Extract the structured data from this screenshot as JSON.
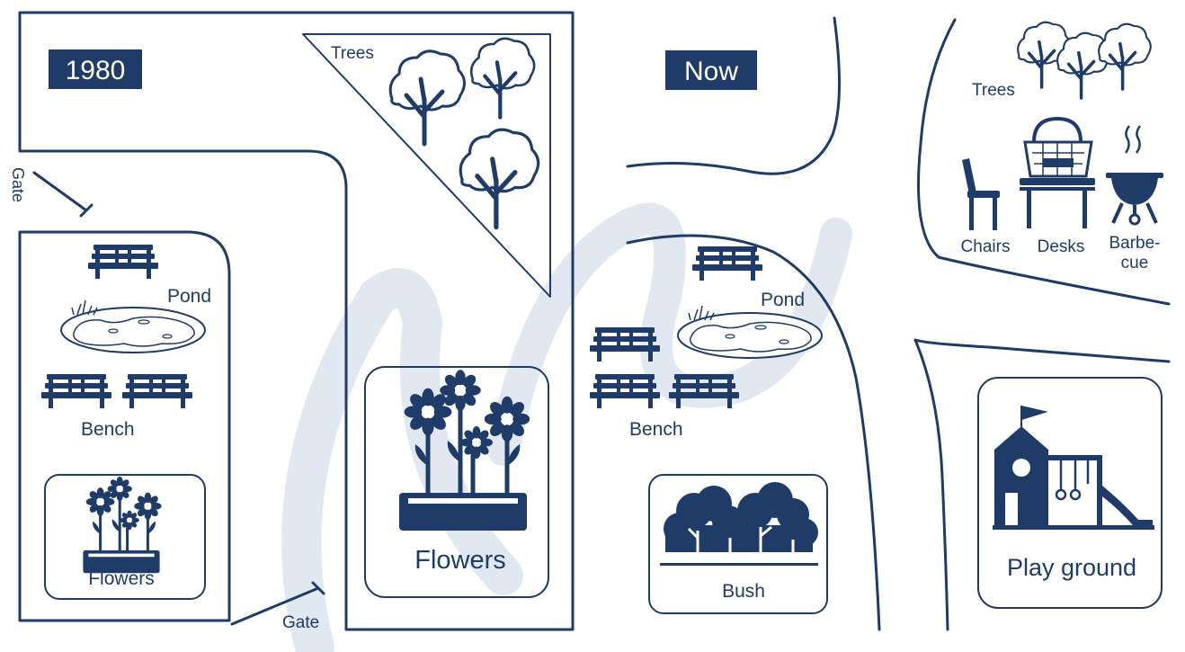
{
  "colors": {
    "primary": "#1f3c68",
    "background": "#ffffff",
    "badge_text": "#ffffff",
    "watermark": "#c9d6e6"
  },
  "map_1980": {
    "year_badge": "1980",
    "labels": {
      "trees": "Trees",
      "gate_top": "Gate",
      "pond": "Pond",
      "bench": "Bench",
      "flowers_small": "Flowers",
      "flowers_large": "Flowers",
      "gate_bottom": "Gate"
    },
    "icons": [
      "tree-icon",
      "bench-icon",
      "pond-icon",
      "flowers-icon",
      "gate-icon"
    ]
  },
  "map_now": {
    "year_badge": "Now",
    "labels": {
      "trees": "Trees",
      "chairs": "Chairs",
      "desks": "Desks",
      "barbecue_line1": "Barbe-",
      "barbecue_line2": "cue",
      "pond": "Pond",
      "bench": "Bench",
      "bush": "Bush",
      "playground": "Play ground"
    },
    "icons": [
      "tree-icon",
      "chair-icon",
      "desk-icon",
      "picnic-basket-icon",
      "barbecue-icon",
      "bench-icon",
      "pond-icon",
      "bush-icon",
      "playground-icon"
    ]
  }
}
